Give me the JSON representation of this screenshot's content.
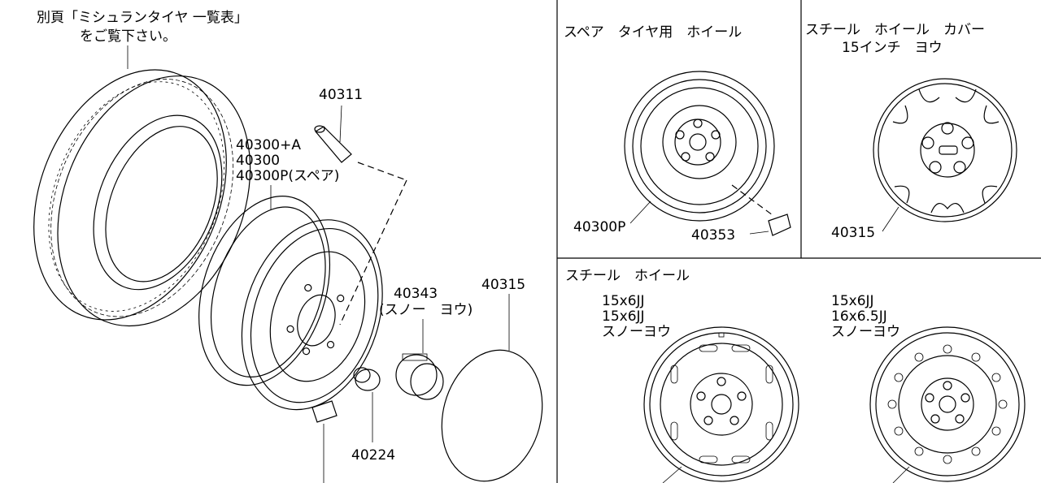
{
  "left": {
    "note_line1": "別頁「ミシュランタイヤ 一覧表」",
    "note_line2": "をご覧下さい。",
    "valve_part": "40311",
    "wheel_parts": [
      "40300+A",
      "40300",
      "40300P(スペア)"
    ],
    "center_cap_part": "40343",
    "center_cap_note": "(スノー　ヨウ)",
    "hubcap_part": "40315",
    "nut_part": "40224"
  },
  "spare_panel": {
    "title": "スペア　タイヤ用　ホイール",
    "wheel_part": "40300P",
    "weight_part": "40353"
  },
  "cover_panel": {
    "title": "スチール　ホイール　カバー",
    "subtitle": "15インチ　ヨウ",
    "cover_part": "40315"
  },
  "steel_panel": {
    "title": "スチール　ホイール",
    "left_specs": [
      "15x6JJ",
      "15x6JJ",
      "スノーヨウ"
    ],
    "right_specs": [
      "15x6JJ",
      "16x6.5JJ",
      "スノーヨウ"
    ]
  }
}
